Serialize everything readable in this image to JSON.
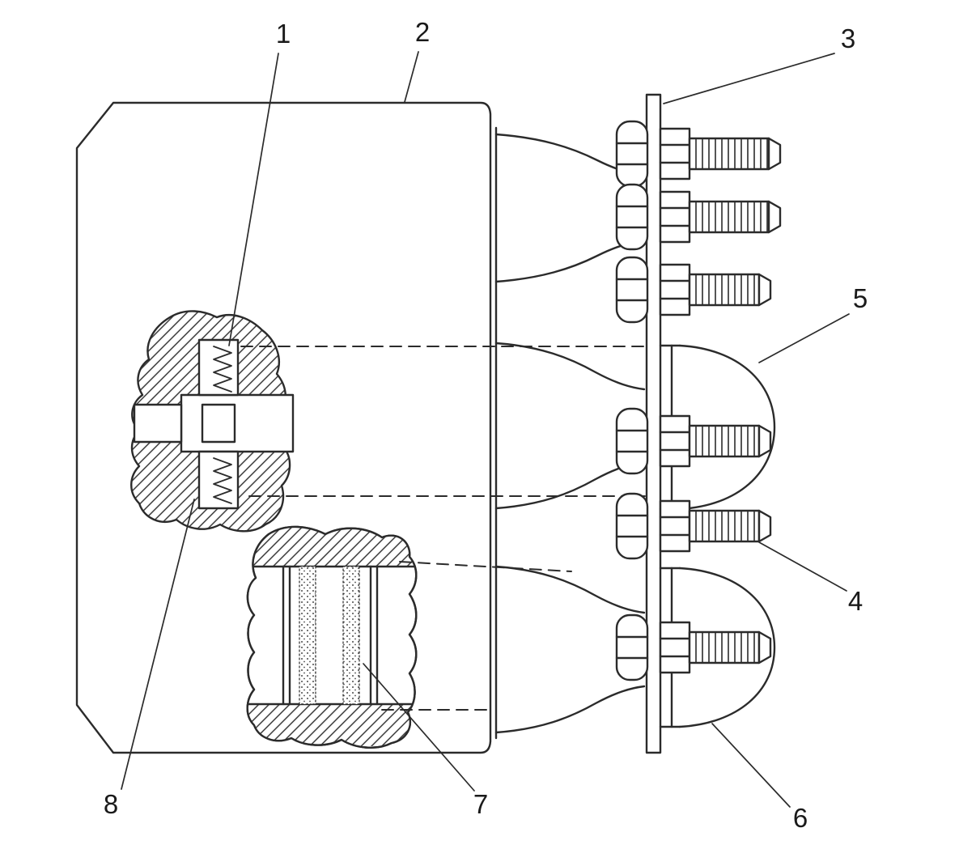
{
  "figure": {
    "colors": {
      "background": "#ffffff",
      "line": "#2b2b2b"
    }
  },
  "callouts": [
    {
      "label": "1"
    },
    {
      "label": "2"
    },
    {
      "label": "3"
    },
    {
      "label": "4"
    },
    {
      "label": "5"
    },
    {
      "label": "6"
    },
    {
      "label": "7"
    },
    {
      "label": "8"
    }
  ]
}
